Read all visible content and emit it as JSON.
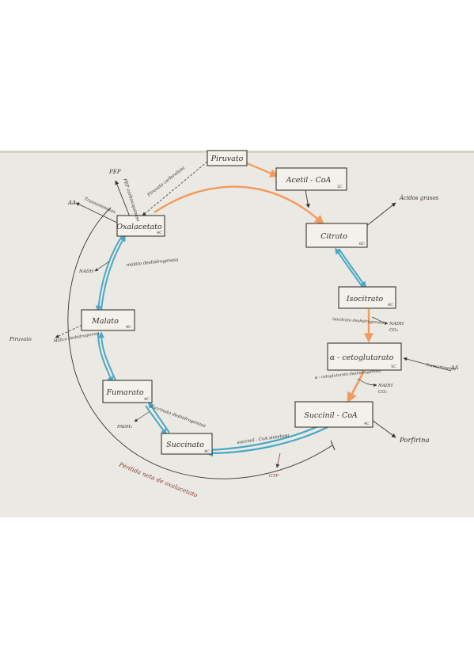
{
  "colors": {
    "oxidative": "#f39a5a",
    "reductive": "#4aa8c4",
    "ink": "#3b342e",
    "paper": "#ebe9e4"
  },
  "boxes": {
    "piruvato": {
      "label": "Piruvato"
    },
    "acetil_coa": {
      "label": "Acetil - CoA",
      "carbons": "2C"
    },
    "citrato": {
      "label": "Citrato",
      "carbons": "6C"
    },
    "isocitrato": {
      "label": "Isocitrato",
      "carbons": "6C"
    },
    "a_cetoglutarato": {
      "label": "α - cetoglutarato",
      "carbons": "5C"
    },
    "succinil_coa": {
      "label": "Succinil - CoA",
      "carbons": "4C"
    },
    "succinato": {
      "label": "Succinato",
      "carbons": "4C"
    },
    "fumarato": {
      "label": "Fumarato",
      "carbons": "4C"
    },
    "malato": {
      "label": "Malato",
      "carbons": "4C"
    },
    "oxalacetato": {
      "label": "Oxalacetato",
      "carbons": "4C"
    }
  },
  "annotations": {
    "acidos_grasos": "Ácidos grasos",
    "porfirina": "Porfirina",
    "pep": "PEP",
    "pep_carboxiquinasa": "PEP carboxiquinasa",
    "piruvato_carboxilasa": "Piruvato carboxilasa",
    "aa_left": "AA",
    "transaminasas_left": "Transaminasas",
    "nadh_left": "NADH",
    "malato_deshidrogenasa": "malato deshidrogenasa",
    "piruvato_left": "Piruvato",
    "malico_deshidrogenasa": "Málico deshidrogenasa",
    "fadh2": "FADH₂",
    "succinato_deshidrogenasa": "succinato deshidrogenasa",
    "succinil_coa_sintetasa": "succinil - CoA sintetasa",
    "gtp": "GTP",
    "isocitrato_deshidrogenasa": "isocitrato deshidrogenasa",
    "nadh_iso": "NADH",
    "co2_iso": "CO₂",
    "acg_deshidrogenasa": "α - cetoglutarato deshidrogenasa",
    "nadh_acg": "NADH",
    "co2_acg": "CO₂",
    "aa_right": "AA",
    "transaminasas_right": "Transaminasas",
    "perdida": "Pérdida neta de oxalacetato"
  }
}
